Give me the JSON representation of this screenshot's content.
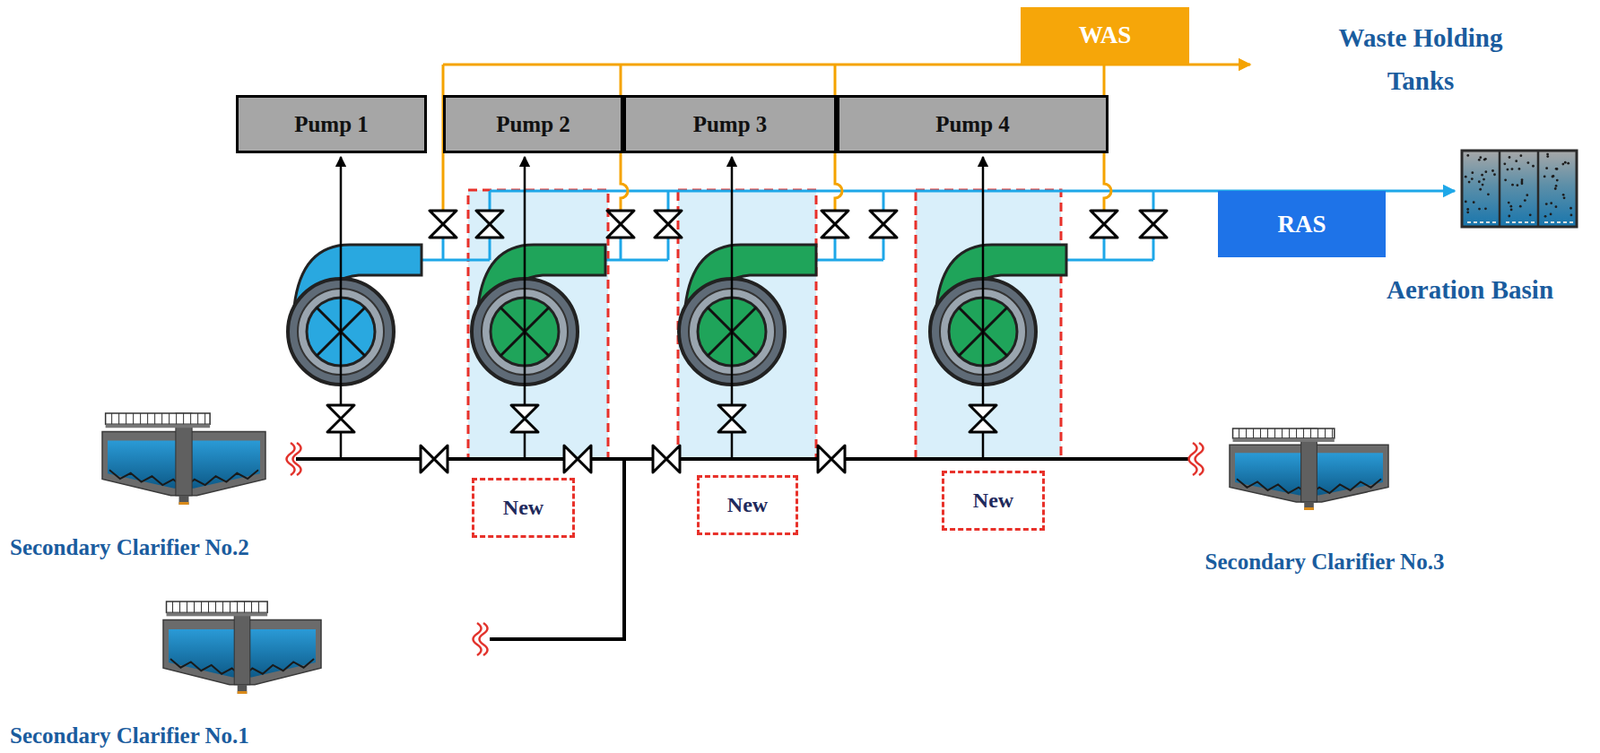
{
  "diagram": {
    "nodes": [
      {
        "text": [
          "WAS"
        ]
      },
      {
        "text": [
          "Pump 1"
        ]
      },
      {
        "text": [
          "Pump 2"
        ]
      },
      {
        "text": [
          "Pump 3"
        ]
      },
      {
        "text": [
          "Pump 4"
        ]
      },
      {
        "text": [
          "RAS"
        ]
      },
      {
        "text": [
          "New"
        ]
      },
      {
        "text": [
          "New"
        ]
      },
      {
        "text": [
          "New"
        ]
      }
    ],
    "labels": [
      "Waste Holding Tanks",
      "Aeration Basin",
      "Secondary Clarifier No.2",
      "Secondary Clarifier No.3",
      "Secondary Clarifier No.1"
    ]
  }
}
